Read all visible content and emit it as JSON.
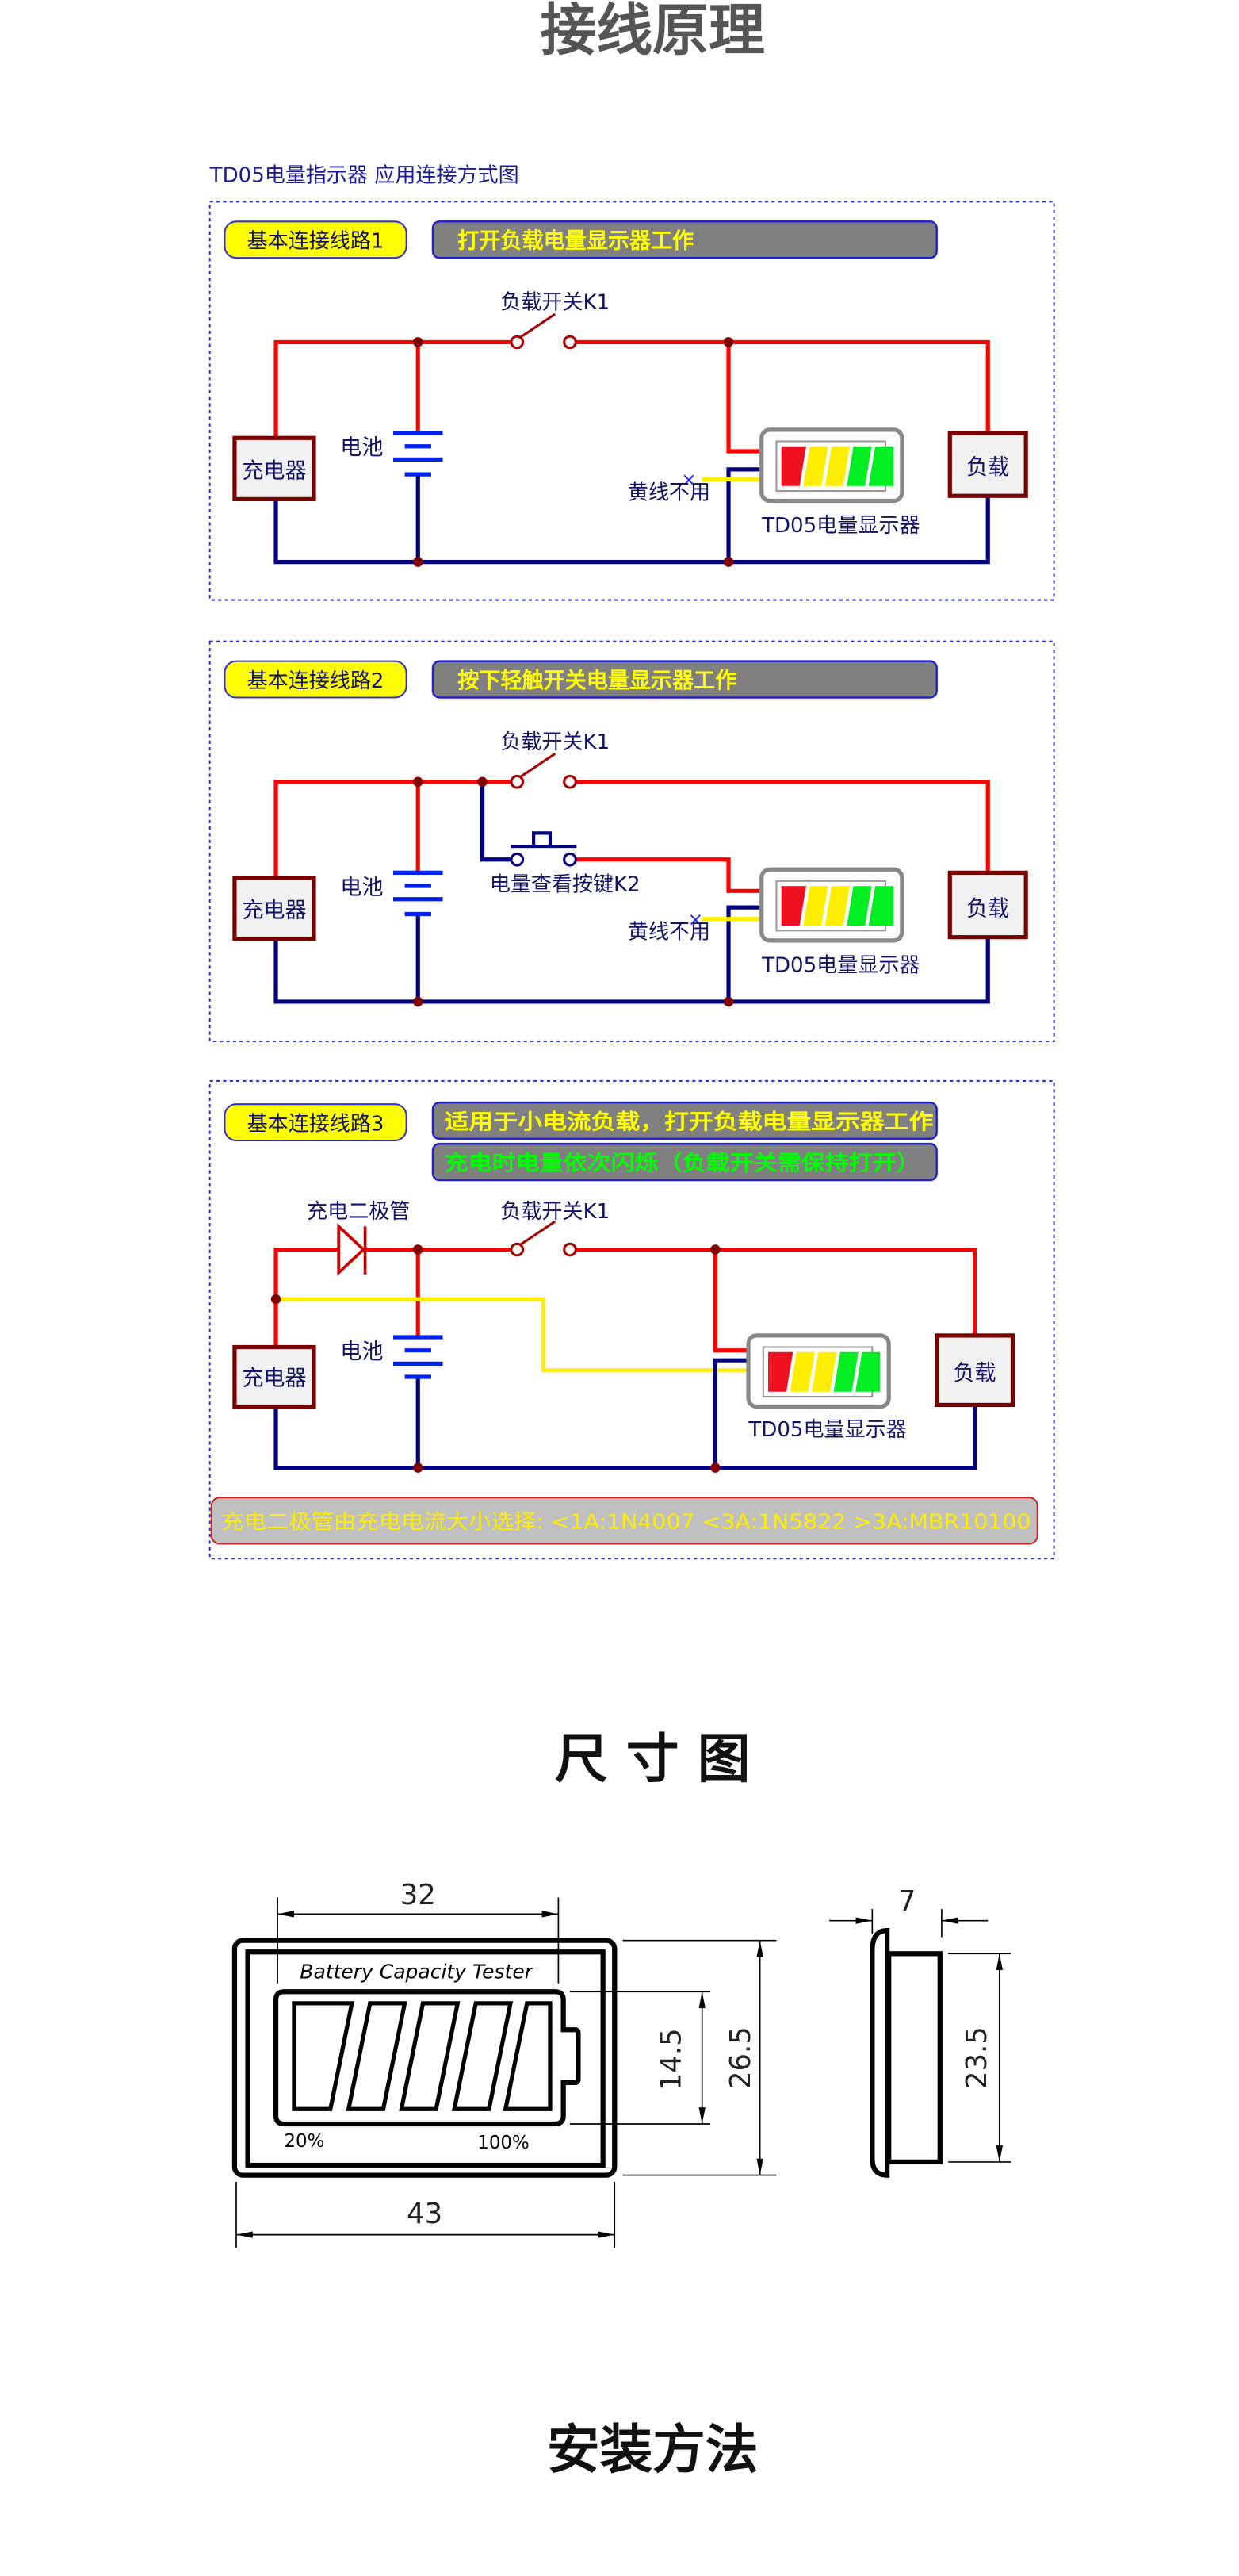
{
  "sections": {
    "wiring_title": "接线原理",
    "dimensions_title": "尺 寸 图",
    "installation_title": "安装方法"
  },
  "wiring": {
    "heading": "TD05电量指示器  应用连接方式图",
    "colors": {
      "positive_wire": "#ff0000",
      "negative_wire": "#000080",
      "signal_wire": "#ffee00",
      "junction": "#800000",
      "badge_bg": "#ffff00",
      "banner_bg": "#808080",
      "banner_text_yellow": "#ffff00",
      "banner_text_green": "#00ff00",
      "frame_border": "#3333cc"
    },
    "circuits": [
      {
        "badge": "基本连接线路1",
        "banners": [
          "打开负载电量显示器工作"
        ],
        "switch_label": "负载开关K1",
        "battery_label": "电池",
        "charger_label": "充电器",
        "load_label": "负载",
        "unused_label": "黄线不用",
        "unused_mark": "×",
        "display_label": "TD05电量显示器"
      },
      {
        "badge": "基本连接线路2",
        "banners": [
          "按下轻触开关电量显示器工作"
        ],
        "switch_label": "负载开关K1",
        "button_label": "电量查看按键K2",
        "battery_label": "电池",
        "charger_label": "充电器",
        "load_label": "负载",
        "unused_label": "黄线不用",
        "unused_mark": "×",
        "display_label": "TD05电量显示器"
      },
      {
        "badge": "基本连接线路3",
        "banners": [
          "适用于小电流负载，打开负载电量显示器工作",
          "充电时电量依次闪烁（负载开关需保持打开）"
        ],
        "diode_label": "充电二极管",
        "switch_label": "负载开关K1",
        "battery_label": "电池",
        "charger_label": "充电器",
        "load_label": "负载",
        "display_label": "TD05电量显示器",
        "note": "充电二极管由充电电流大小选择:  <1A:1N4007   <3A:1N5822    >3A:MBR10100"
      }
    ],
    "indicator_segments": [
      "#ee1122",
      "#ffee00",
      "#ffee00",
      "#00ee22",
      "#00ee22"
    ]
  },
  "dimensions": {
    "front": {
      "label": "Battery Capacity Tester",
      "min_label": "20%",
      "max_label": "100%",
      "width_total": "43",
      "width_display": "32",
      "height_total": "26.5",
      "height_display": "14.5"
    },
    "side": {
      "depth": "7",
      "height": "23.5"
    }
  }
}
